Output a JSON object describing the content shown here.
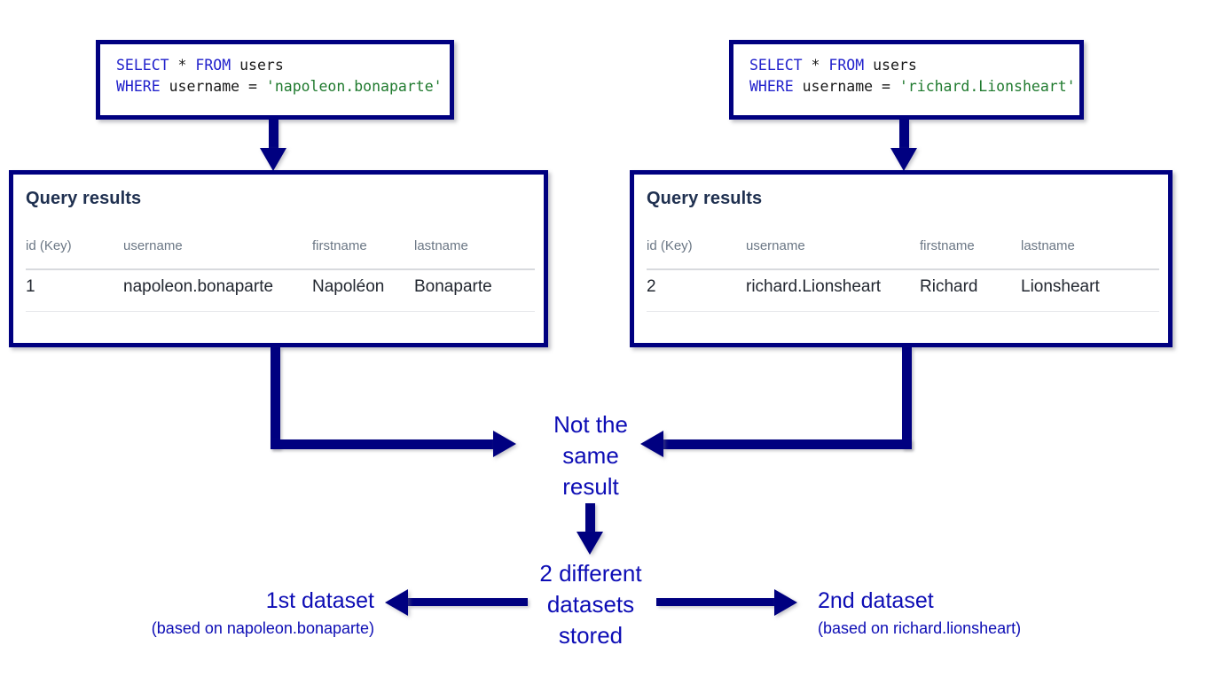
{
  "diagram": {
    "colors": {
      "border": "#000080",
      "arrow": "#000080",
      "label_text": "#0d0db5",
      "sql_keyword": "#2222cc",
      "sql_string": "#1f7a2e",
      "table_header": "#6b7785",
      "table_value": "#222730",
      "title": "#1f3050"
    }
  },
  "left": {
    "sql": {
      "line1": {
        "keyword1": "SELECT",
        "star": " * ",
        "keyword2": "FROM",
        "table": " users"
      },
      "line2": {
        "keyword": "WHERE",
        "expr": " username = ",
        "value": "'napoleon.bonaparte'"
      }
    },
    "results": {
      "title": "Query results",
      "columns": [
        "id (Key)",
        "username",
        "firstname",
        "lastname"
      ],
      "rows": [
        {
          "id": "1",
          "username": "napoleon.bonaparte",
          "firstname": "Napoléon",
          "lastname": "Bonaparte"
        }
      ]
    }
  },
  "right": {
    "sql": {
      "line1": {
        "keyword1": "SELECT",
        "star": " * ",
        "keyword2": "FROM",
        "table": " users"
      },
      "line2": {
        "keyword": "WHERE",
        "expr": " username = ",
        "value": "'richard.Lionsheart'"
      }
    },
    "results": {
      "title": "Query results",
      "columns": [
        "id (Key)",
        "username",
        "firstname",
        "lastname"
      ],
      "rows": [
        {
          "id": "2",
          "username": "richard.Lionsheart",
          "firstname": "Richard",
          "lastname": "Lionsheart"
        }
      ]
    }
  },
  "center": {
    "not_same_result": "Not the\nsame\nresult",
    "two_datasets": "2 different\ndatasets\nstored"
  },
  "outcomes": {
    "first": {
      "title": "1st dataset",
      "subtitle": "(based on napoleon.bonaparte)"
    },
    "second": {
      "title": "2nd dataset",
      "subtitle": "(based on richard.lionsheart)"
    }
  }
}
